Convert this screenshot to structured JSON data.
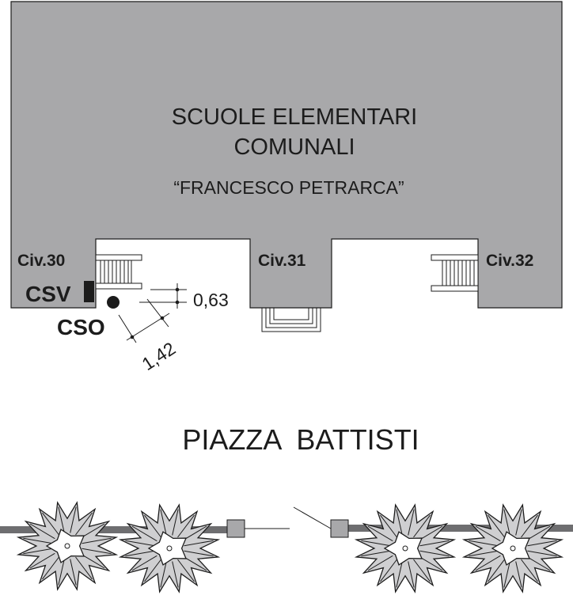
{
  "colors": {
    "building": "#a8a8aa",
    "outline": "#1c1c1c",
    "tree_fill": "#cfcfd1",
    "street_bar": "#6e6e70",
    "post": "#a8a8aa"
  },
  "building": {
    "name_line1": "SCUOLE ELEMENTARI",
    "name_line2": "COMUNALI",
    "subtitle": "“FRANCESCO PETRARCA”"
  },
  "entrances": [
    {
      "label": "Civ.30"
    },
    {
      "label": "Civ.31"
    },
    {
      "label": "Civ.32"
    }
  ],
  "markers": {
    "csv": "CSV",
    "cso": "CSO"
  },
  "measurements": {
    "vertical": "0,63",
    "diagonal": "1,42"
  },
  "square": {
    "name": "PIAZZA  BATTISTI"
  },
  "icons": [
    "stair-icon",
    "porch-icon",
    "tree-icon",
    "post-icon"
  ]
}
